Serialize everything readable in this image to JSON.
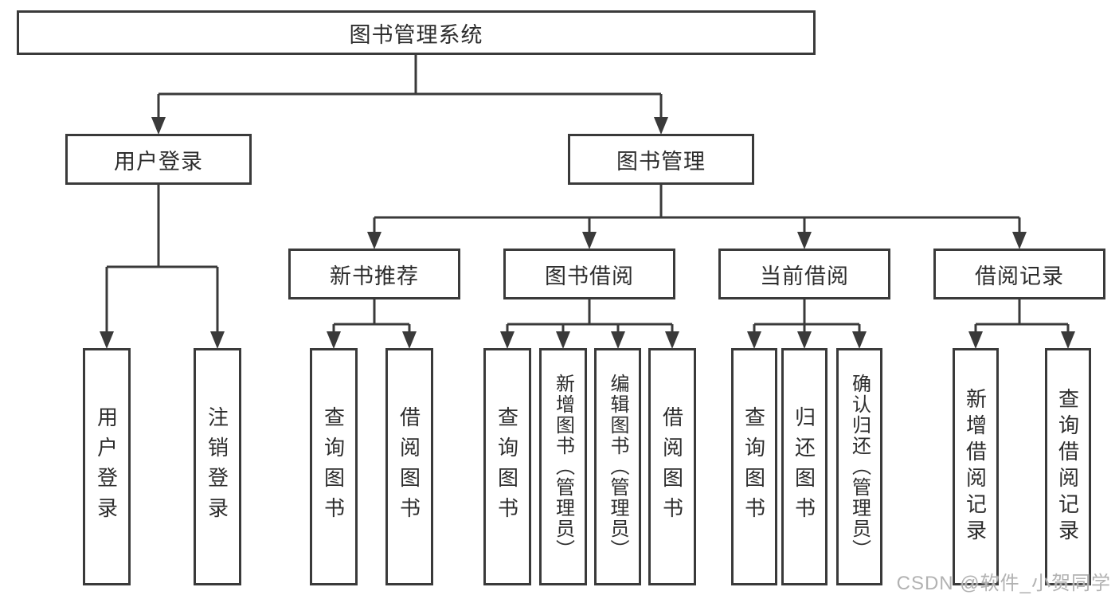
{
  "tree": {
    "id": "root",
    "label": "图书管理系统",
    "children": [
      {
        "id": "user-login",
        "label": "用户登录",
        "children": [
          {
            "id": "leaf-user-login",
            "label": "用户登录"
          },
          {
            "id": "leaf-logout",
            "label": "注销登录"
          }
        ]
      },
      {
        "id": "book-mgmt",
        "label": "图书管理",
        "children": [
          {
            "id": "new-book-rec",
            "label": "新书推荐",
            "children": [
              {
                "id": "leaf-nbr-query",
                "label": "查询图书"
              },
              {
                "id": "leaf-nbr-borrow",
                "label": "借阅图书"
              }
            ]
          },
          {
            "id": "book-borrow",
            "label": "图书借阅",
            "children": [
              {
                "id": "leaf-bb-query",
                "label": "查询图书"
              },
              {
                "id": "leaf-bb-add",
                "label": "新增图书（管理员）"
              },
              {
                "id": "leaf-bb-edit",
                "label": "编辑图书（管理员）"
              },
              {
                "id": "leaf-bb-borrow",
                "label": "借阅图书"
              }
            ]
          },
          {
            "id": "current-borrow",
            "label": "当前借阅",
            "children": [
              {
                "id": "leaf-cb-query",
                "label": "查询图书"
              },
              {
                "id": "leaf-cb-return",
                "label": "归还图书"
              },
              {
                "id": "leaf-cb-confirm",
                "label": "确认归还（管理员）"
              }
            ]
          },
          {
            "id": "borrow-record",
            "label": "借阅记录",
            "children": [
              {
                "id": "leaf-br-add",
                "label": "新增借阅记录"
              },
              {
                "id": "leaf-br-query",
                "label": "查询借阅记录"
              }
            ]
          }
        ]
      }
    ]
  },
  "watermark": {
    "text": "CSDN @软件_小贺同学"
  },
  "colors": {
    "line": "#3a3a3a",
    "box_border": "#3a3a3a",
    "text": "#2d2d2d",
    "watermark": "#b2b2b2",
    "background": "#ffffff"
  }
}
